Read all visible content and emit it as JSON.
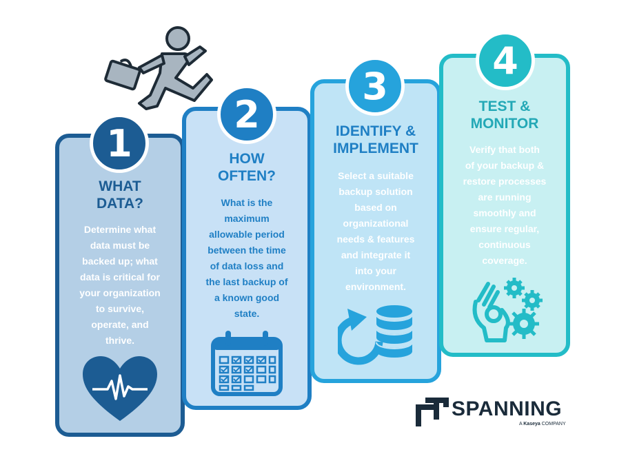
{
  "steps": [
    {
      "number": "1",
      "title_lines": [
        "WHAT",
        "DATA?"
      ],
      "desc_lines": [
        "Determine what",
        "data must be",
        "backed up; what",
        "data is critical for",
        "your organization",
        "to survive,",
        "operate, and",
        "thrive."
      ],
      "icon": "heartbeat-icon",
      "color": "#1c5c93"
    },
    {
      "number": "2",
      "title_lines": [
        "HOW",
        "OFTEN?"
      ],
      "desc_lines": [
        "What is the",
        "maximum",
        "allowable period",
        "between the time",
        "of data loss and",
        "the last backup of",
        "a known good",
        "state."
      ],
      "icon": "calendar-icon",
      "color": "#1f7fc4"
    },
    {
      "number": "3",
      "title_lines": [
        "IDENTIFY &",
        "IMPLEMENT"
      ],
      "desc_lines": [
        "Select a suitable",
        "backup solution",
        "based on",
        "organizational",
        "needs & features",
        "and integrate it",
        "into your",
        "environment."
      ],
      "icon": "backup-database-icon",
      "color": "#26a3dc"
    },
    {
      "number": "4",
      "title_lines": [
        "TEST &",
        "MONITOR"
      ],
      "desc_lines": [
        "Verify that both",
        "of your backup &",
        "restore processes",
        "are running",
        "smoothly and",
        "ensure regular,",
        "continuous",
        "coverage."
      ],
      "icon": "ok-hand-gears-icon",
      "color": "#23bcc7"
    }
  ],
  "logo": {
    "name": "SPANNING",
    "tagline_prefix": "A",
    "tagline_brand": "Kaseya",
    "tagline_suffix": "COMPANY"
  },
  "decoration": {
    "icon": "running-businessman-icon"
  }
}
